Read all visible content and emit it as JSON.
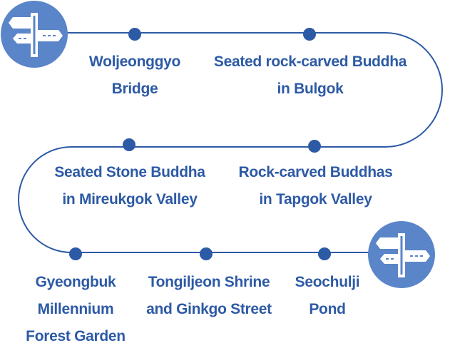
{
  "route": {
    "colors": {
      "path": "#2d5aa5",
      "dot": "#2d5aa5",
      "text": "#2d5aa5",
      "sign_circle": "#5b85c9",
      "sign_panel": "#ffffff",
      "sign_detail": "#5b85c9"
    },
    "start_icon": "signpost-icon",
    "end_icon": "signpost-icon",
    "stops": [
      {
        "lines": [
          "Woljeonggyo",
          "Bridge"
        ]
      },
      {
        "lines": [
          "Seated rock-carved Buddha",
          "in Bulgok"
        ]
      },
      {
        "lines": [
          "Seated Stone Buddha",
          "in Mireukgok Valley"
        ]
      },
      {
        "lines": [
          "Rock-carved Buddhas",
          "in Tapgok Valley"
        ]
      },
      {
        "lines": [
          "Gyeongbuk",
          "Millennium",
          "Forest Garden"
        ]
      },
      {
        "lines": [
          "Tongiljeon Shrine",
          "and Ginkgo Street"
        ]
      },
      {
        "lines": [
          "Seochulji",
          "Pond"
        ]
      }
    ]
  }
}
